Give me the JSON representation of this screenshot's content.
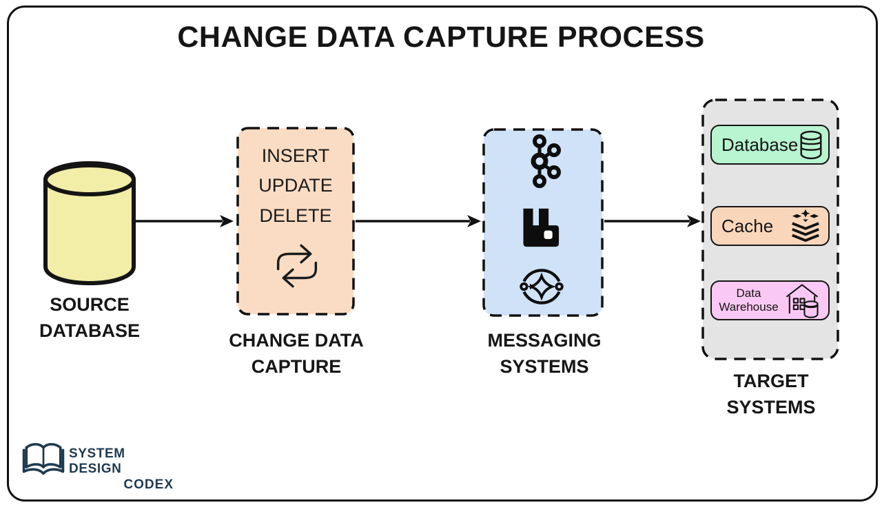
{
  "title": "CHANGE DATA CAPTURE PROCESS",
  "source_database": {
    "label": [
      "SOURCE",
      "DATABASE"
    ],
    "icon": "database-cylinder-icon",
    "fill": "#f2eda7"
  },
  "change_data_capture": {
    "operations": [
      "INSERT",
      "UPDATE",
      "DELETE"
    ],
    "icon": "sync-arrows-icon",
    "label": [
      "CHANGE DATA",
      "CAPTURE"
    ],
    "fill": "#f9dcc3"
  },
  "messaging_systems": {
    "icons": [
      "kafka-icon",
      "rabbitmq-icon",
      "stream-processing-icon"
    ],
    "label": [
      "MESSAGING",
      "SYSTEMS"
    ],
    "fill": "#cfe2f8"
  },
  "target_systems": {
    "label": [
      "TARGET",
      "SYSTEMS"
    ],
    "fill": "#e4e4e4",
    "items": [
      {
        "label": "Database",
        "icon": "database-icon",
        "fill": "#b7f4cf"
      },
      {
        "label": "Cache",
        "icon": "redis-layers-icon",
        "fill": "#f9d6ba"
      },
      {
        "label": [
          "Data",
          "Warehouse"
        ],
        "icon": "data-warehouse-icon",
        "fill": "#f9c8f4"
      }
    ]
  },
  "branding": {
    "name": [
      "SYSTEM DESIGN",
      "CODEX"
    ],
    "icon": "open-book-icon",
    "color": "#1f3a50"
  },
  "flow": {
    "arrows": [
      "source-to-cdc",
      "cdc-to-messaging",
      "messaging-to-target"
    ]
  }
}
